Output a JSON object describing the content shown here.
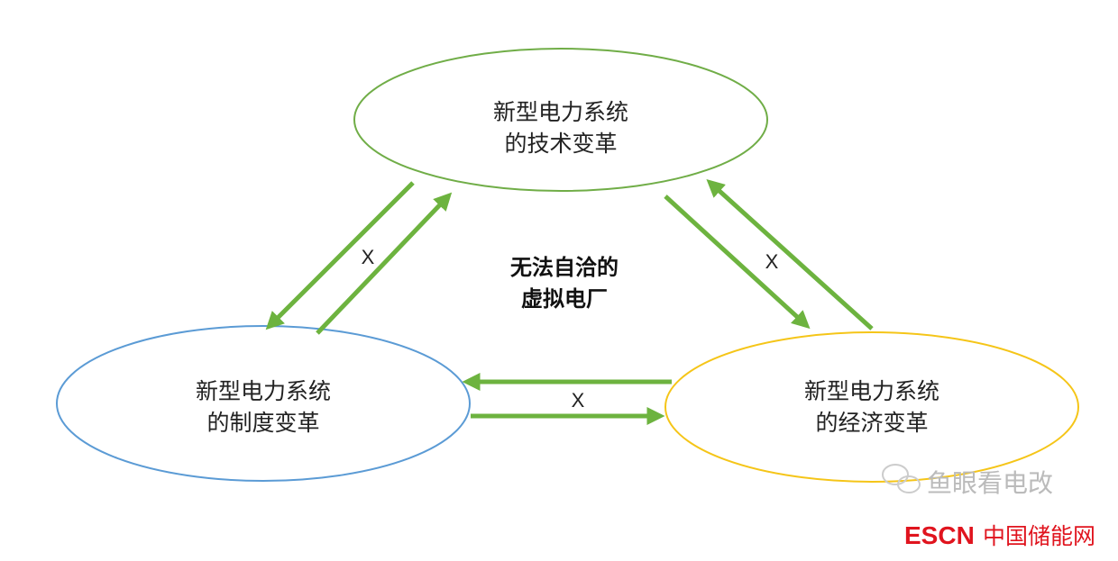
{
  "nodes": {
    "tech": {
      "line1": "新型电力系统",
      "line2": "的技术变革",
      "color": "#70ad47"
    },
    "institution": {
      "line1": "新型电力系统",
      "line2": "的制度变革",
      "color": "#5b9bd5"
    },
    "economy": {
      "line1": "新型电力系统",
      "line2": "的经济变革",
      "color": "#f5c518"
    }
  },
  "center": {
    "line1": "无法自洽的",
    "line2": "虚拟电厂"
  },
  "edge_labels": {
    "left": "X",
    "right": "X",
    "bottom": "X"
  },
  "arrow_color": "#6db33f",
  "watermark": {
    "wechat": "鱼眼看电改",
    "logo_latin": "ESCN",
    "logo_cn": "中国储能网"
  }
}
